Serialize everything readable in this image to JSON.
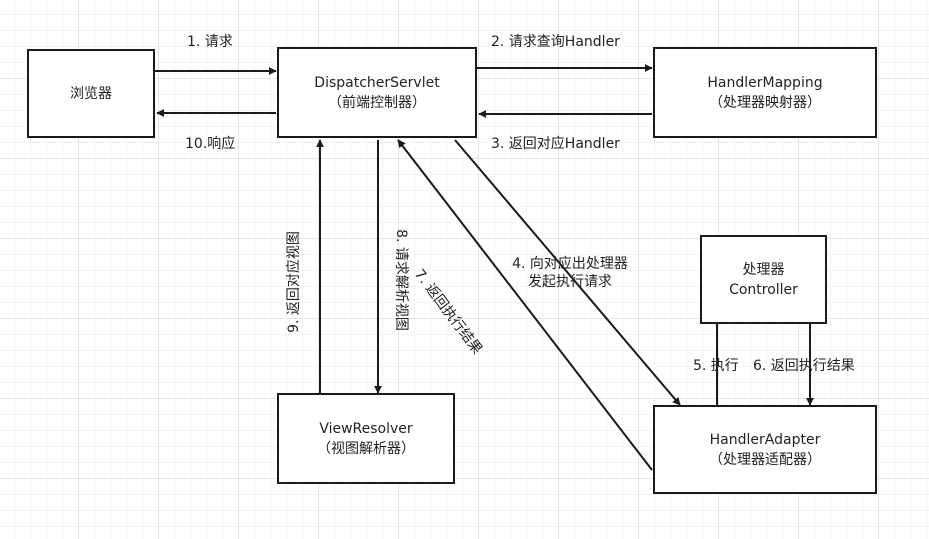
{
  "nodes": {
    "browser": {
      "line1": "浏览器"
    },
    "dispatcher": {
      "line1": "DispatcherServlet",
      "line2": "（前端控制器）"
    },
    "handler_mapping": {
      "line1": "HandlerMapping",
      "line2": "（处理器映射器）"
    },
    "controller": {
      "line1": "处理器",
      "line2": "Controller"
    },
    "handler_adapter": {
      "line1": "HandlerAdapter",
      "line2": "（处理器适配器）"
    },
    "view_resolver": {
      "line1": "ViewResolver",
      "line2": "（视图解析器）"
    }
  },
  "edges": {
    "e1": "1. 请求",
    "e2": "2. 请求查询Handler",
    "e3": "3. 返回对应Handler",
    "e4_line1": "4. 向对应出处理器",
    "e4_line2": "发起执行请求",
    "e5": "5. 执行",
    "e6": "6. 返回执行结果",
    "e7": "7. 返回执行结果",
    "e8": "8. 请求解析视图",
    "e9": "9. 返回对应视图",
    "e10": "10.响应"
  },
  "colors": {
    "stroke": "#1a1a1a",
    "grid": "#e6e6e6"
  }
}
